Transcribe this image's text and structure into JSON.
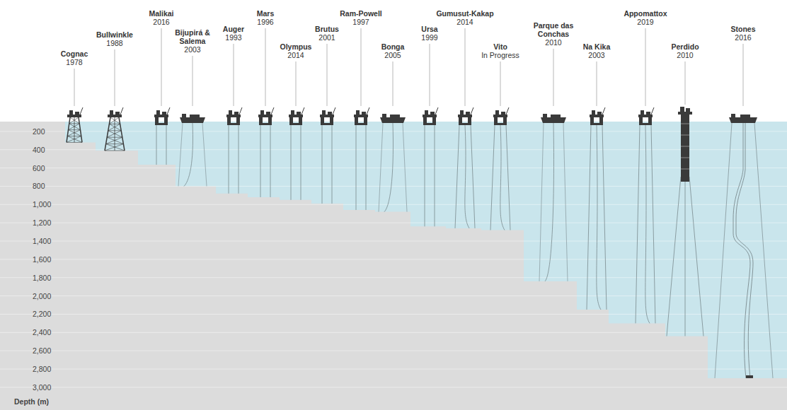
{
  "diagram": {
    "labels": [
      "Cognac",
      "1978",
      "Bullwinkle",
      "1988",
      "Malikai",
      "2016",
      "Bijupirá & Salema",
      "2003",
      "Auger",
      "1993",
      "Mars",
      "1996",
      "Olympus",
      "2014",
      "Brutus",
      "2001",
      "Ram-Powell",
      "1997",
      "Bonga",
      "2005",
      "Ursa",
      "1999",
      "Gumusut-Kakap",
      "2014",
      "Vito",
      "In Progress",
      "Parque das Conchas",
      "2010",
      "Na Kika",
      "2003",
      "Appomattox",
      "2019",
      "Perdido",
      "2010",
      "Stones",
      "2016",
      "200",
      "400",
      "600",
      "800",
      "1,000",
      "1,200",
      "1,400",
      "1,600",
      "1,800",
      "2,000",
      "2,200",
      "2,400",
      "2,600",
      "2,800",
      "3,000",
      "Depth (m)"
    ]
  }
}
